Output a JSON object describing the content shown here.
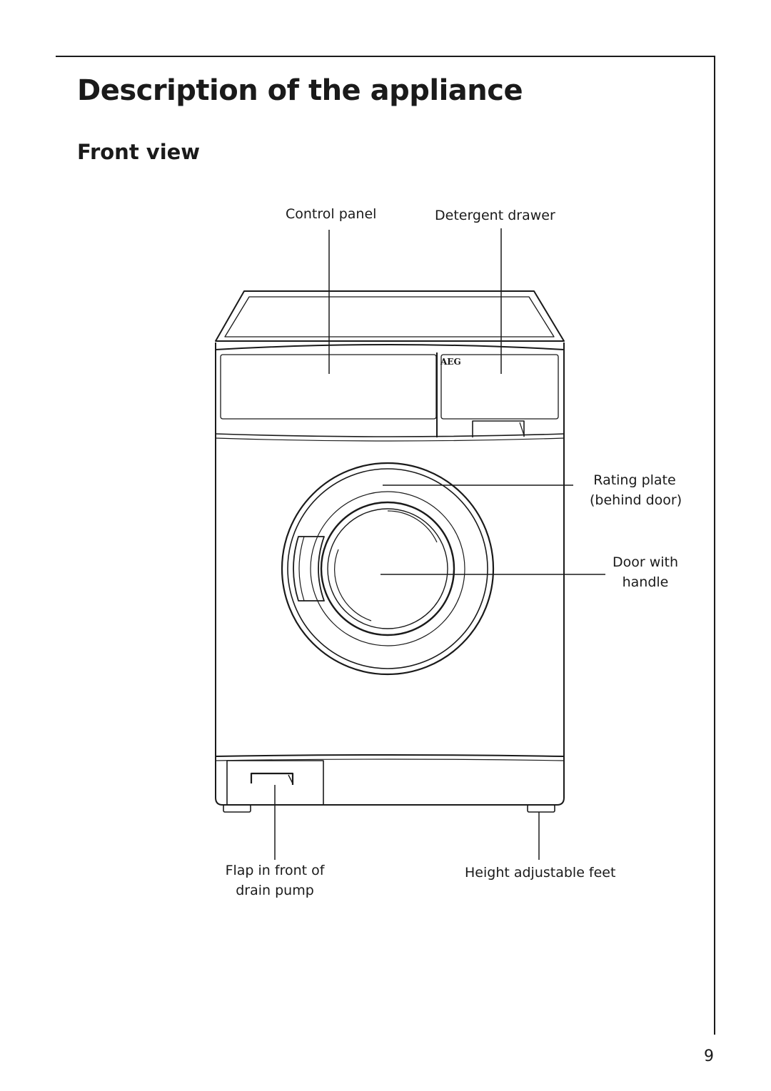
{
  "header": {
    "title": "Description of the appliance",
    "subtitle": "Front view"
  },
  "diagram": {
    "brand_logo": "AEG",
    "labels": {
      "control_panel": "Control panel",
      "detergent_drawer": "Detergent drawer",
      "rating_plate_line1": "Rating plate",
      "rating_plate_line2": "(behind door)",
      "door_line1": "Door with",
      "door_line2": "handle",
      "flap_line1": "Flap in front of",
      "flap_line2": "drain pump",
      "feet": "Height adjustable feet"
    }
  },
  "footer": {
    "page_number": "9"
  }
}
